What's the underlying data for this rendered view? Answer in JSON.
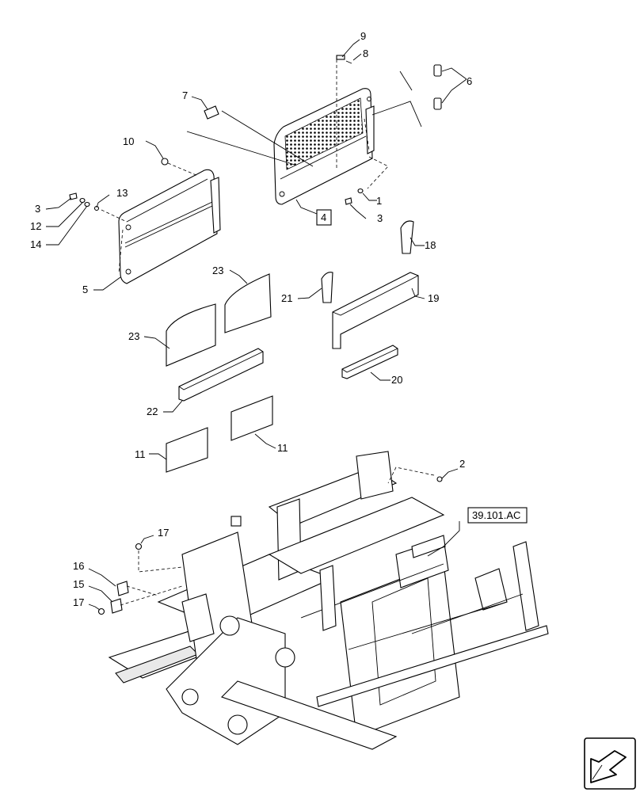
{
  "diagram": {
    "callouts": {
      "c1": "1",
      "c2": "2",
      "c3a": "3",
      "c3b": "3",
      "c4": "4",
      "c5": "5",
      "c6": "6",
      "c7": "7",
      "c8": "8",
      "c9": "9",
      "c10": "10",
      "c11a": "11",
      "c11b": "11",
      "c12": "12",
      "c13": "13",
      "c14": "14",
      "c15": "15",
      "c16": "16",
      "c17a": "17",
      "c17b": "17",
      "c18": "18",
      "c19": "19",
      "c20": "20",
      "c21": "21",
      "c22": "22",
      "c23a": "23",
      "c23b": "23"
    },
    "reference_label": "39.101.AC",
    "nav_icon": "arrow-next-icon"
  }
}
